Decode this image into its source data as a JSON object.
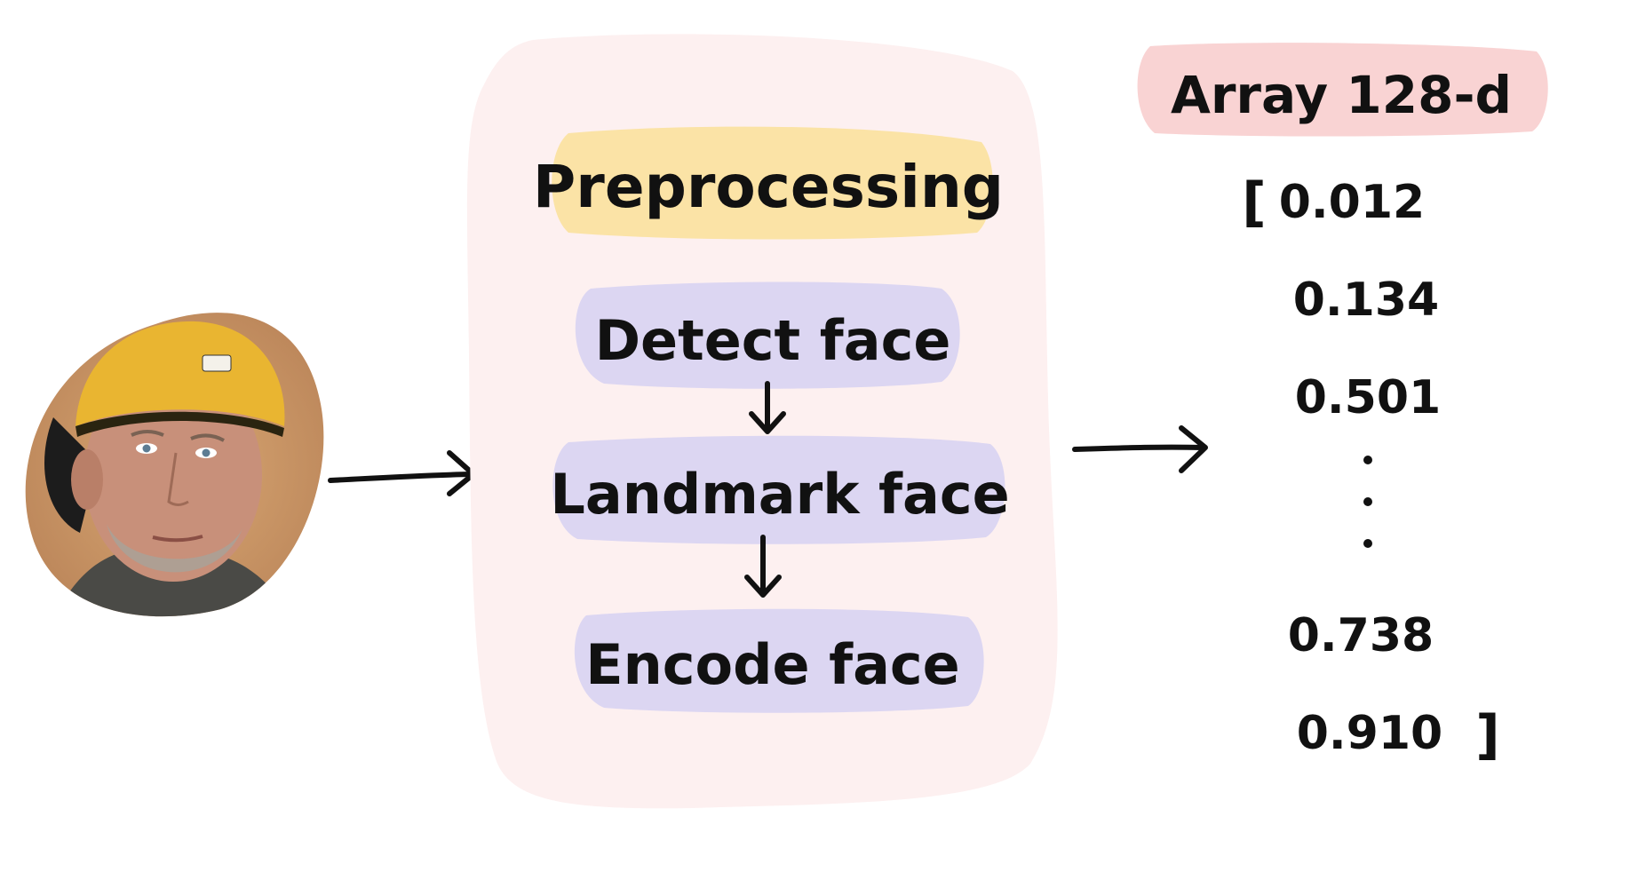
{
  "preprocessing": {
    "title": "Preprocessing",
    "steps": [
      "Detect face",
      "Landmark face",
      "Encode face"
    ]
  },
  "output": {
    "title": "Array 128-d",
    "open_bracket": "[",
    "close_bracket": "]",
    "values": [
      "0.012",
      "0.134",
      "0.501",
      "0.738",
      "0.910"
    ]
  },
  "colors": {
    "panel_bg": "#fdf0f0",
    "title_highlight": "#fbe3a6",
    "step_highlight": "#dcd6f2",
    "array_highlight": "#f9d3d3",
    "ink": "#111111",
    "cap": "#e9b531",
    "skin": "#c8907a"
  },
  "icons": {
    "input_photo": "face-photo-icon"
  }
}
